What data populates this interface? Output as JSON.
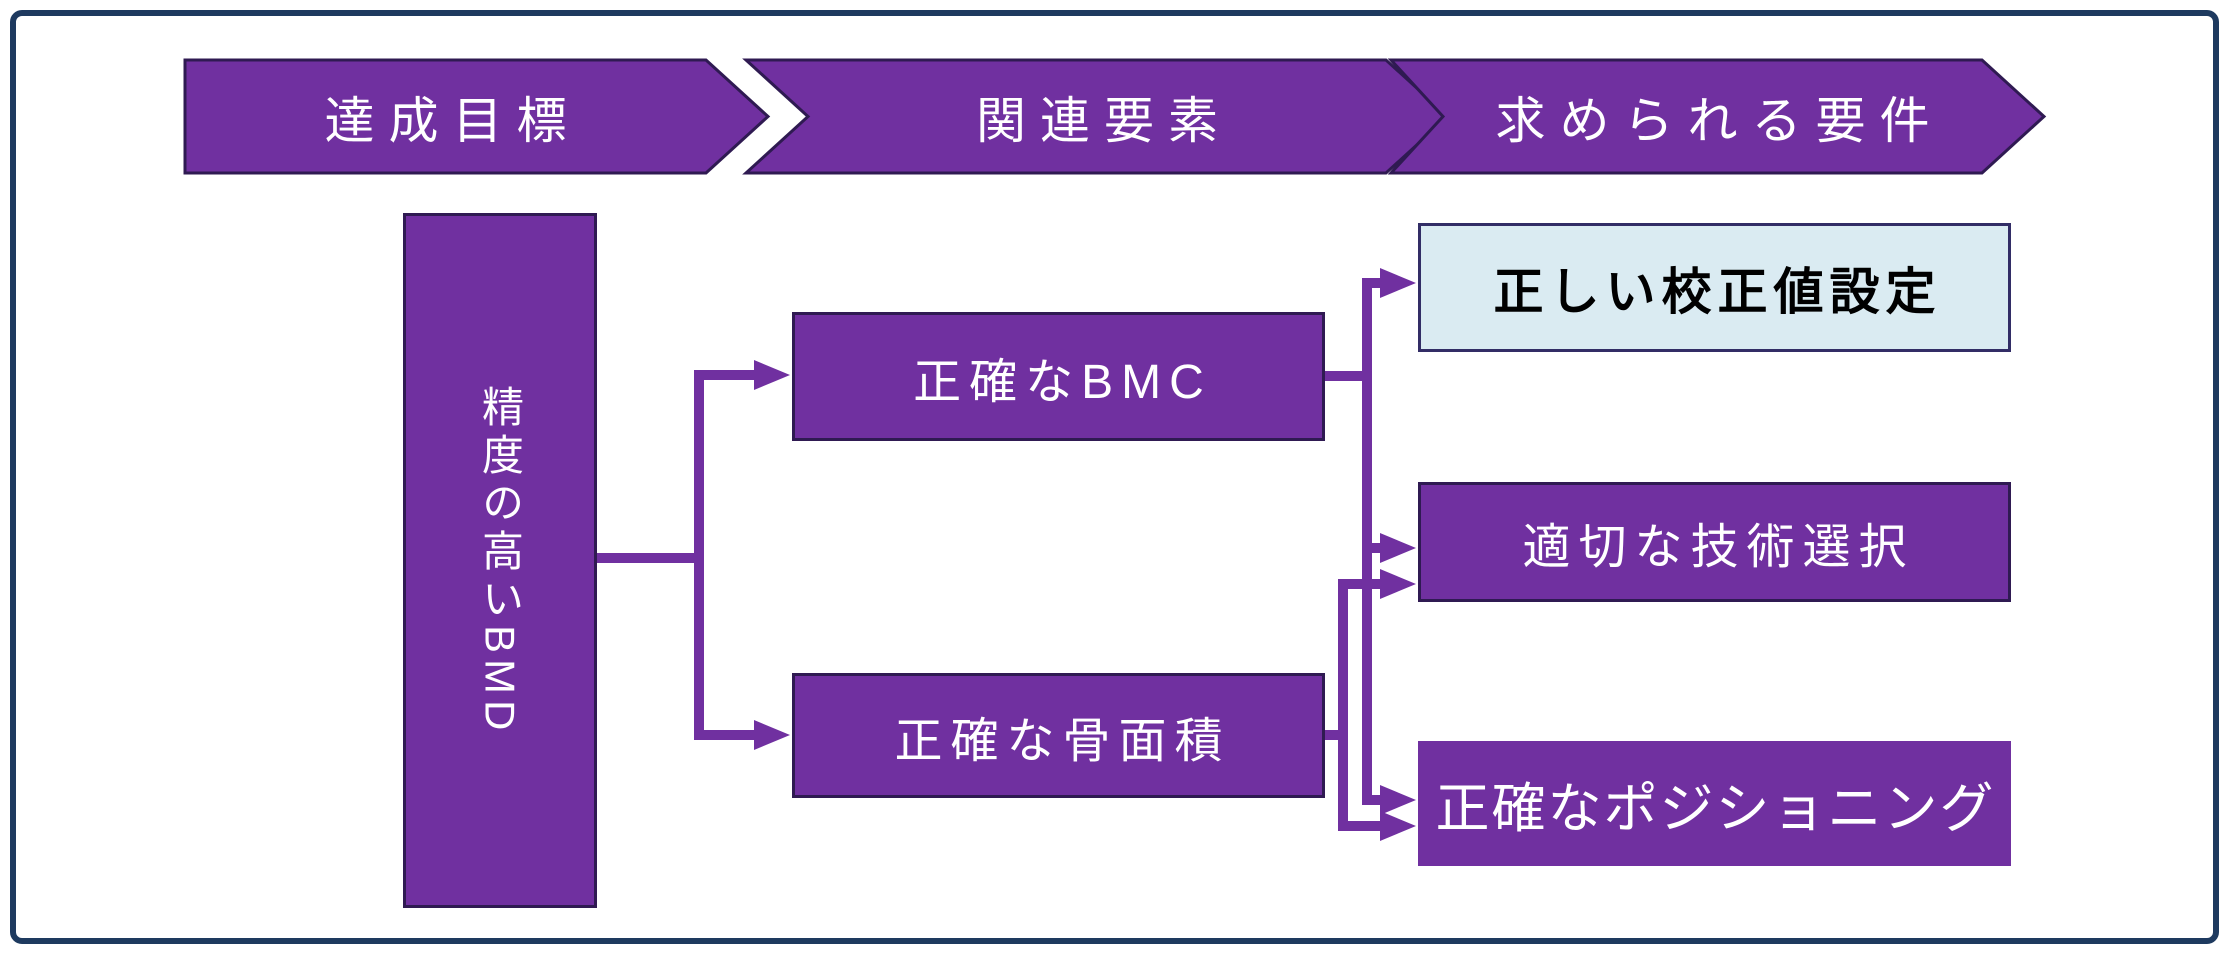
{
  "colors": {
    "purple": "#7030A0",
    "outline": "#2F1A52",
    "frame": "#1E3A5F",
    "highlight_bg": "#DAEBF2",
    "highlight_border": "#322D66",
    "text_light": "#FFFFFF",
    "text_dark": "#000000"
  },
  "steps": [
    {
      "label": "達成目標"
    },
    {
      "label": "関連要素"
    },
    {
      "label": "求められる要件"
    }
  ],
  "goal": {
    "label": "精度の高いBMD"
  },
  "factors": [
    {
      "label": "正確なBMC"
    },
    {
      "label": "正確な骨面積"
    }
  ],
  "requirements": [
    {
      "label": "正しい校正値設定"
    },
    {
      "label": "適切な技術選択"
    },
    {
      "label": "正確なポジショニング"
    }
  ]
}
